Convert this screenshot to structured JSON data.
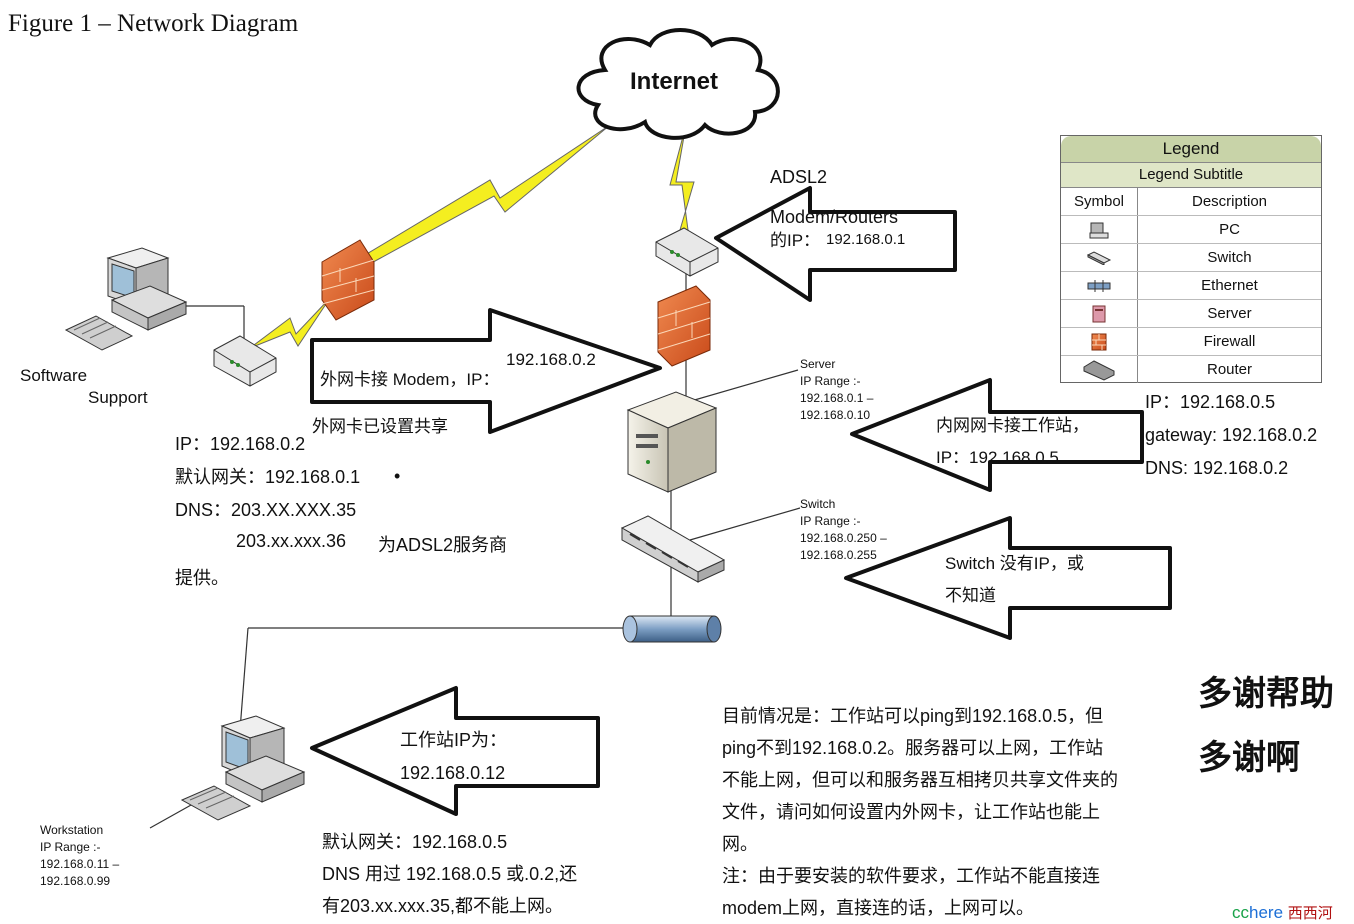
{
  "figure_title": "Figure 1 – Network Diagram",
  "internet_label": "Internet",
  "adsl_label": [
    "ADSL2",
    "Modem/Routers"
  ],
  "adsl_ip_prefix": "的IP：",
  "adsl_ip": "192.168.0.1",
  "software_support": [
    "Software",
    "Support"
  ],
  "arrow_server_left": {
    "line1_prefix": "外网卡接 Modem，IP：",
    "ip": "192.168.0.2",
    "line2": "外网卡已设置共享"
  },
  "support_pc_info": [
    "IP：192.168.0.2",
    "默认网关：192.168.0.1",
    "DNS：203.XX.XXX.35",
    "203.xx.xxx.36",
    "为ADSL2服务商",
    "提供。"
  ],
  "bullet": "•",
  "server_info": [
    "Server",
    "IP Range :-",
    "192.168.0.1 –",
    "192.168.0.10"
  ],
  "switch_info": [
    "Switch",
    "IP Range :-",
    "192.168.0.250 –",
    "192.168.0.255"
  ],
  "arrow_server_right": [
    "内网网卡接工作站，",
    "IP：192.168.0.5"
  ],
  "server_nic": [
    "IP：192.168.0.5",
    "gateway: 192.168.0.2",
    "DNS: 192.168.0.2"
  ],
  "arrow_switch": [
    "Switch 没有IP，或",
    "不知道"
  ],
  "legend": {
    "title": "Legend",
    "subtitle": "Legend Subtitle",
    "col_symbol": "Symbol",
    "col_desc": "Description",
    "items": [
      {
        "icon": "pc-icon",
        "desc": "PC"
      },
      {
        "icon": "switch-icon",
        "desc": "Switch"
      },
      {
        "icon": "ethernet-icon",
        "desc": "Ethernet"
      },
      {
        "icon": "server-icon",
        "desc": "Server"
      },
      {
        "icon": "firewall-icon",
        "desc": "Firewall"
      },
      {
        "icon": "router-icon",
        "desc": "Router"
      }
    ]
  },
  "thanks": [
    "多谢帮助",
    "多谢啊"
  ],
  "arrow_workstation": [
    "工作站IP为：",
    "192.168.0.12"
  ],
  "workstation_info": [
    "Workstation",
    "IP Range :-",
    "192.168.0.11 –",
    "192.168.0.99"
  ],
  "workstation_dns": [
    "默认网关：192.168.0.5",
    "DNS 用过 192.168.0.5 或.0.2,还",
    "有203.xx.xxx.35,都不能上网。"
  ],
  "situation": [
    "目前情况是：工作站可以ping到192.168.0.5，但",
    "ping不到192.168.0.2。服务器可以上网，工作站",
    "不能上网，但可以和服务器互相拷贝共享文件夹的",
    "文件，请问如何设置内外网卡，让工作站也能上",
    "网。",
    "注：由于要安装的软件要求，工作站不能直接连",
    "modem上网，直接连的话，上网可以。"
  ],
  "watermark": {
    "a": "cc",
    "b": "here",
    "c": "西西河"
  }
}
